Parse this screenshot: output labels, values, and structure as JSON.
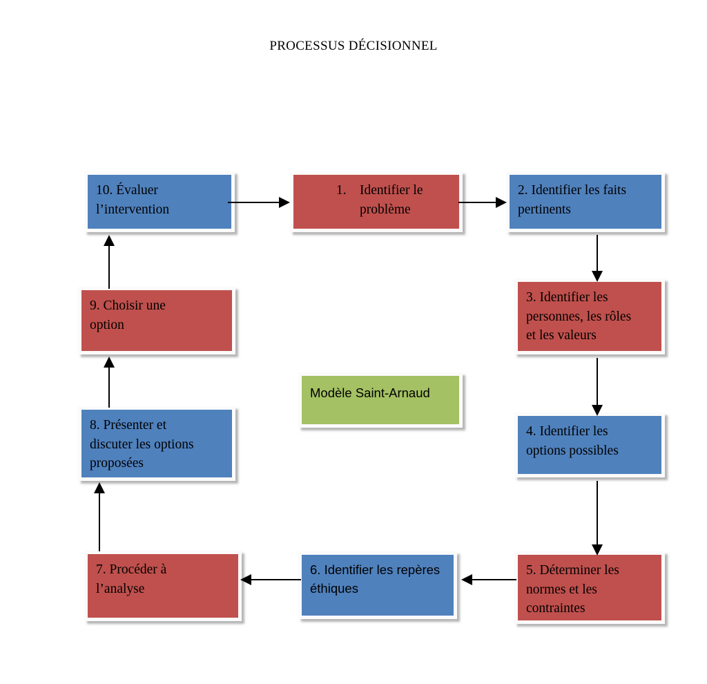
{
  "document": {
    "title": "PROCESSUS DÉCISIONNEL",
    "background_color": "#ffffff"
  },
  "palette": {
    "blue": "#4F81BD",
    "red": "#C0504D",
    "green": "#A4C163",
    "box_border": "#FBFBFB",
    "arrow": "#000000",
    "text": "#000000"
  },
  "legend": {
    "model_label": "Modèle Saint-Arnaud"
  },
  "steps": [
    {
      "id": "step-10",
      "number": "10.",
      "color": "blue",
      "lines": [
        "10. Évaluer",
        "l’intervention"
      ],
      "text": "10. Évaluer l’intervention"
    },
    {
      "id": "step-1",
      "number": "1.",
      "color": "red",
      "lines": [
        "1.",
        "Identifier le",
        "problème"
      ],
      "text": "1. Identifier le problème"
    },
    {
      "id": "step-2",
      "number": "2.",
      "color": "blue",
      "lines": [
        "2. Identifier les faits",
        "pertinents"
      ],
      "text": "2. Identifier les faits pertinents"
    },
    {
      "id": "step-3",
      "number": "3.",
      "color": "red",
      "lines": [
        "3. Identifier les",
        "personnes, les rôles",
        "et les valeurs"
      ],
      "text": "3. Identifier les personnes, les rôles et les valeurs"
    },
    {
      "id": "step-4",
      "number": "4.",
      "color": "blue",
      "lines": [
        "4. Identifier les",
        "options possibles"
      ],
      "text": "4. Identifier les options possibles"
    },
    {
      "id": "step-5",
      "number": "5.",
      "color": "red",
      "lines": [
        "5. Déterminer les",
        "normes et les",
        "contraintes"
      ],
      "text": "5. Déterminer les normes et les contraintes"
    },
    {
      "id": "step-6",
      "number": "6.",
      "color": "blue",
      "lines": [
        "6. Identifier les repères",
        "éthiques"
      ],
      "text": "6. Identifier les repères éthiques"
    },
    {
      "id": "step-7",
      "number": "7.",
      "color": "red",
      "lines": [
        "7. Procéder à",
        "l’analyse"
      ],
      "text": "7. Procéder à l’analyse"
    },
    {
      "id": "step-8",
      "number": "8.",
      "color": "blue",
      "lines": [
        "8. Présenter et",
        "discuter les options",
        "proposées"
      ],
      "text": "8. Présenter et discuter les options proposées"
    },
    {
      "id": "step-9",
      "number": "9.",
      "color": "red",
      "lines": [
        "9. Choisir une",
        "option"
      ],
      "text": "9. Choisir une option"
    }
  ],
  "connections": [
    {
      "from": "step-10",
      "to": "step-1",
      "direction": "right"
    },
    {
      "from": "step-1",
      "to": "step-2",
      "direction": "right"
    },
    {
      "from": "step-2",
      "to": "step-3",
      "direction": "down"
    },
    {
      "from": "step-3",
      "to": "step-4",
      "direction": "down"
    },
    {
      "from": "step-4",
      "to": "step-5",
      "direction": "down"
    },
    {
      "from": "step-5",
      "to": "step-6",
      "direction": "left"
    },
    {
      "from": "step-6",
      "to": "step-7",
      "direction": "left"
    },
    {
      "from": "step-7",
      "to": "step-8",
      "direction": "up"
    },
    {
      "from": "step-8",
      "to": "step-9",
      "direction": "up"
    },
    {
      "from": "step-9",
      "to": "step-10",
      "direction": "up"
    }
  ]
}
